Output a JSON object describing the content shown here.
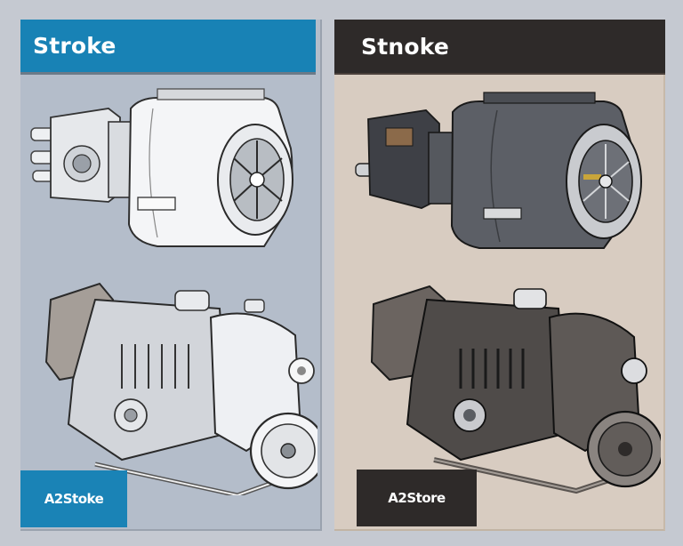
{
  "panels": [
    {
      "id": "left",
      "header": {
        "title": "Stroke",
        "color": "#1882b5"
      },
      "body_color": "#b4bdca",
      "footer_label": {
        "text": "A2Stoke",
        "color": "#1a83b6"
      },
      "illustrations": [
        "electric-motor-white",
        "engine-block-white"
      ]
    },
    {
      "id": "right",
      "header": {
        "title": "Stnoke",
        "color": "#2e2a29"
      },
      "body_color": "#d8ccc1",
      "footer_label": {
        "text": "A2Store",
        "color": "#2e2a29"
      },
      "illustrations": [
        "electric-motor-dark",
        "engine-block-dark"
      ]
    }
  ],
  "background_color": "#c5c9d1"
}
